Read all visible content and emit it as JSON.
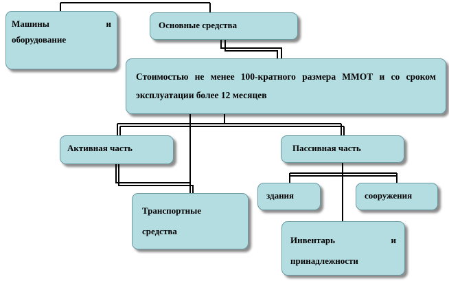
{
  "nodes": {
    "machines": "Машины и оборудование",
    "fixed_assets": "Основные средства",
    "criteria": "Стоимостью не менее 100-кратного размера ММОТ и со сроком эксплуатации более 12 месяцев",
    "active": "Активная часть",
    "passive": "Пассивная часть",
    "buildings": "здания",
    "structures": "сооружения",
    "transport": "Транспортные средства",
    "inventory": "Инвентарь и принадлежности"
  },
  "colors": {
    "box_fill": "#b4dde2",
    "box_border": "#6a9aa1",
    "line": "#000000"
  }
}
